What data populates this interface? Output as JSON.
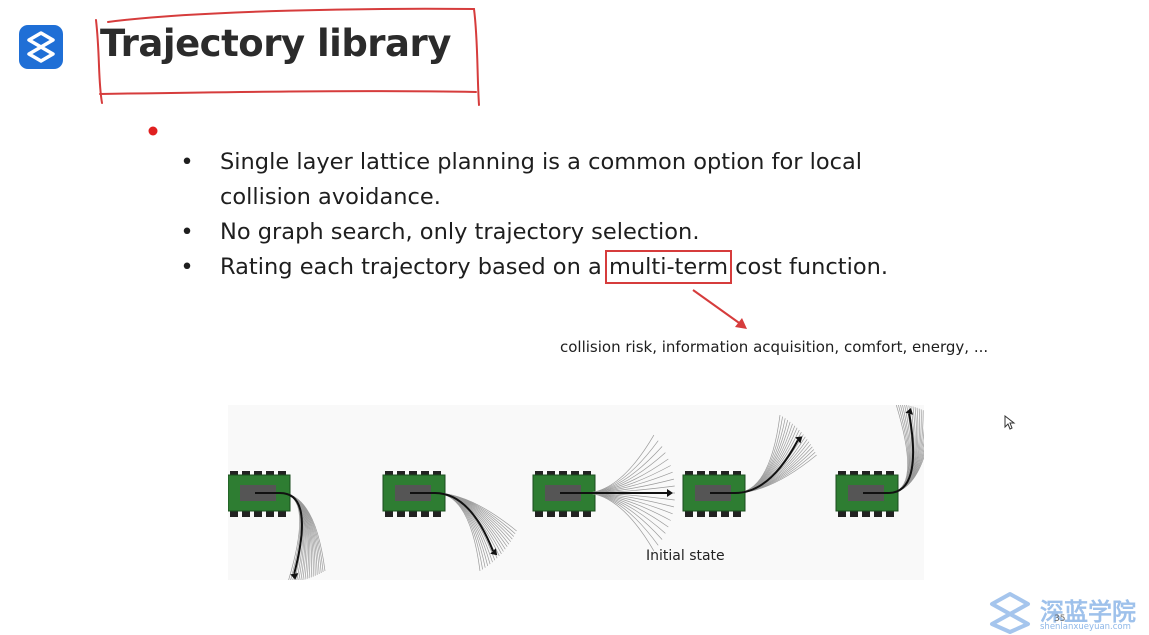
{
  "slide": {
    "title": "Trajectory library",
    "bullets": [
      {
        "lines": [
          "Single layer lattice planning is a common option for local",
          "collision avoidance."
        ]
      },
      {
        "lines": [
          "No graph search, only trajectory selection."
        ]
      },
      {
        "before": "Rating each trajectory based on a ",
        "highlight": "multi-term",
        "after": " cost function."
      }
    ],
    "bullet_symbol": "•",
    "annotation": "collision risk, information acquisition, comfort, energy, ...",
    "figure_caption": "Initial state",
    "page_number": "35"
  },
  "watermark": {
    "brand": "深蓝学院",
    "url": "shenlanxueyuan.com"
  },
  "colors": {
    "accent_red": "#d63c3c",
    "logo_blue": "#1f6fd6",
    "vehicle_green": "#2e7d32",
    "vehicle_body": "#555555"
  },
  "icons": {
    "logo": "brand-s-logo-icon",
    "cursor": "mouse-pointer-icon"
  }
}
